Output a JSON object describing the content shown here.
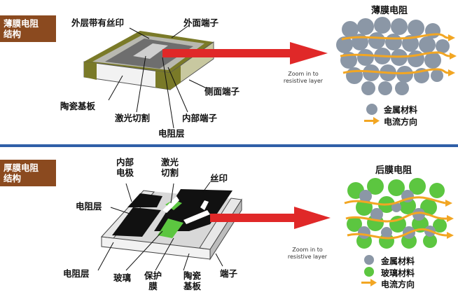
{
  "top": {
    "badge": [
      "薄膜电阻",
      "结构"
    ],
    "title": "薄膜电阻",
    "labels": {
      "screen_print": "外层带有丝印",
      "outer_terminal": "外面端子",
      "side_terminal": "侧面端子",
      "ceramic_substrate": "陶瓷基板",
      "laser_cut": "激光切割",
      "inner_terminal": "内部端子",
      "resistor_layer": "电阻层"
    },
    "zoom": [
      "Zoom in to",
      "resistive layer"
    ],
    "legend": {
      "metal": "金属材料",
      "current": "电流方向"
    }
  },
  "bottom": {
    "badge": [
      "厚膜电阻",
      "结构"
    ],
    "title": "后膜电阻",
    "labels": {
      "inner_electrode": [
        "内部",
        "电极"
      ],
      "laser_cut": [
        "激光",
        "切割"
      ],
      "screen_print": "丝印",
      "resistor_layer_top": "电阻层",
      "resistor_layer_bottom": "电阻层",
      "glass": "玻璃",
      "protective_film": [
        "保护",
        "膜"
      ],
      "ceramic_substrate": [
        "陶瓷",
        "基板"
      ],
      "terminal": "端子"
    },
    "zoom": [
      "Zoom in to",
      "resistive layer"
    ],
    "legend": {
      "metal": "金属材料",
      "glass": "玻璃材料",
      "current": "电流方向"
    }
  },
  "colors": {
    "badge": "#8b4a1f",
    "divider": "#2f5fa8",
    "arrow": "#e02828",
    "metal": "#8b97a6",
    "glass": "#5cc640",
    "current": "#f2a623"
  }
}
